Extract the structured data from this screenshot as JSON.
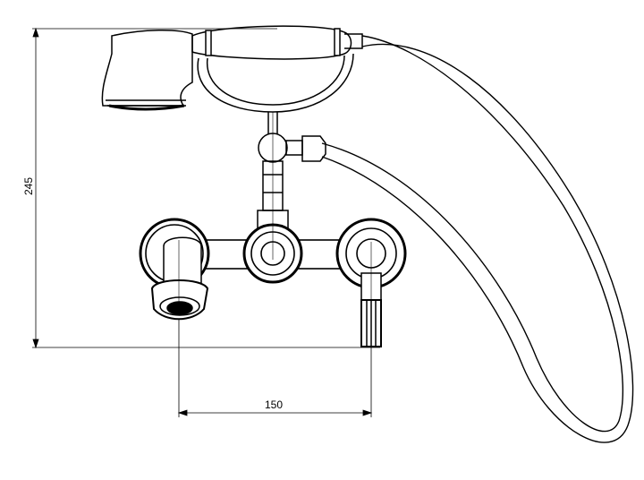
{
  "drawing": {
    "dimensions": {
      "height_label": "245",
      "width_label": "150"
    },
    "parts": [
      "hand-shower",
      "hand-shower-cradle",
      "shower-hose",
      "wall-mixer-body",
      "spout",
      "lever-handle"
    ]
  }
}
